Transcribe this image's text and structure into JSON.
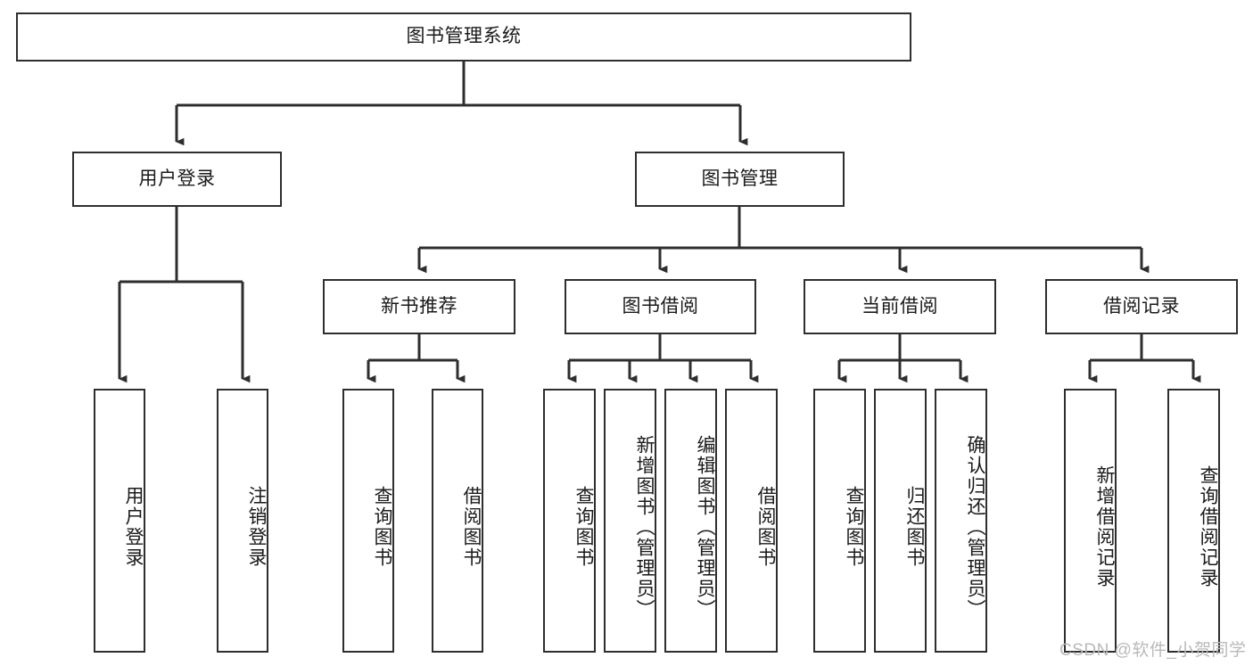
{
  "diagram": {
    "title": "图书管理系统",
    "type": "tree-hierarchy-chart",
    "root": {
      "label": "图书管理系统"
    },
    "level2": [
      {
        "label": "用户登录"
      },
      {
        "label": "图书管理"
      }
    ],
    "level3": [
      {
        "label": "新书推荐"
      },
      {
        "label": "图书借阅"
      },
      {
        "label": "当前借阅"
      },
      {
        "label": "借阅记录"
      }
    ],
    "leaves": {
      "user_login": [
        {
          "label": "用户登录"
        },
        {
          "label": "注销登录"
        }
      ],
      "new_book_recommend": [
        {
          "label": "查询图书"
        },
        {
          "label": "借阅图书"
        }
      ],
      "book_borrow": [
        {
          "label": "查询图书"
        },
        {
          "label": "新增图书（管理员）"
        },
        {
          "label": "编辑图书（管理员）"
        },
        {
          "label": "借阅图书"
        }
      ],
      "current_borrow": [
        {
          "label": "查询图书"
        },
        {
          "label": "归还图书"
        },
        {
          "label": "确认归还（管理员）"
        }
      ],
      "borrow_record": [
        {
          "label": "新增借阅记录"
        },
        {
          "label": "查询借阅记录"
        }
      ]
    }
  },
  "watermark": {
    "text": "CSDN @软件_小贺同学"
  },
  "colors": {
    "stroke": "#2e2e2e",
    "fill": "#ffffff",
    "text": "#1a1a1a",
    "watermark": "#b9b9b9"
  }
}
